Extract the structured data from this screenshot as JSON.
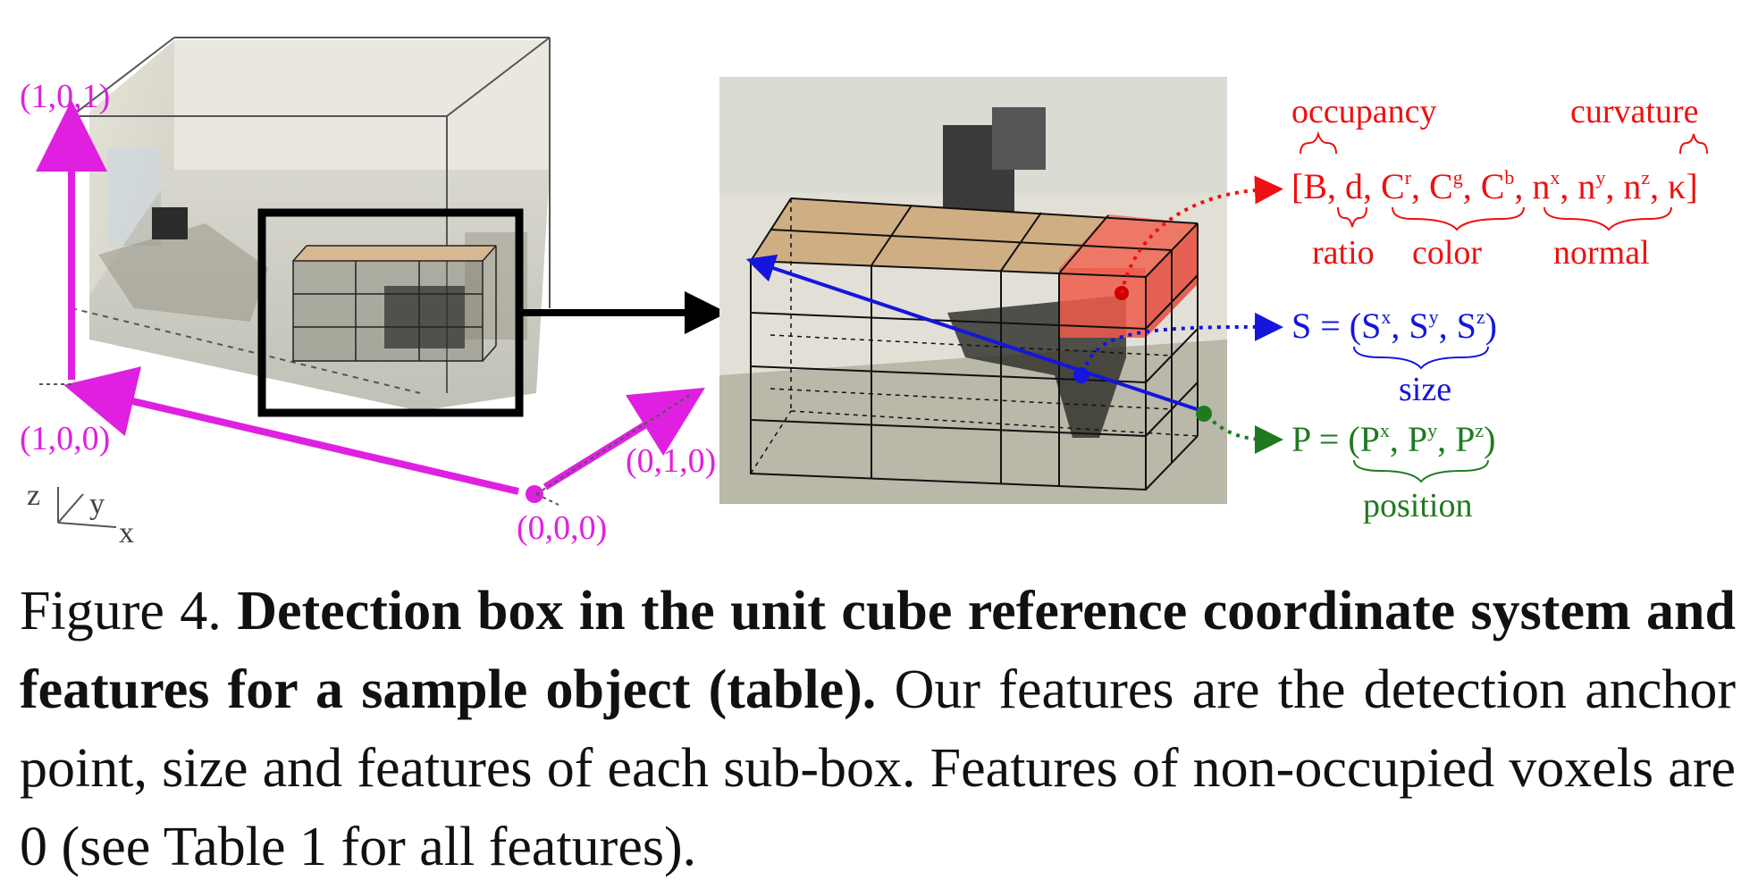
{
  "figure": {
    "cube_labels": {
      "top": "(1,0,1)",
      "left": "(1,0,0)",
      "right": "(0,1,0)",
      "origin": "(0,0,0)"
    },
    "axes_labels": {
      "z": "z",
      "y": "y",
      "x": "x"
    },
    "feature_vector": {
      "open": "[B, d, ",
      "color": "C",
      "sup_r": "r",
      "sup_g": "g",
      "sup_b": "b",
      "normal": "n",
      "sup_x": "x",
      "sup_y": "y",
      "sup_z": "z",
      "close": ", κ]",
      "label_occupancy": "occupancy",
      "label_curvature": "curvature",
      "label_ratio": "ratio",
      "label_color": "color",
      "label_normal": "normal"
    },
    "size_eq": {
      "lhs": "S = (S",
      "tail": ")",
      "label": "size"
    },
    "pos_eq": {
      "lhs": "P = (P",
      "tail": ")",
      "label": "position"
    },
    "colors": {
      "magenta": "#e020e0",
      "red": "#ee1111",
      "blue": "#1515dd",
      "green": "#1f7a1f"
    }
  },
  "caption": {
    "prefix": "Figure 4. ",
    "bold": "Detection box in the unit cube reference coordinate system and features for a sample object (table).",
    "rest": " Our features are the detection anchor point, size and features of each sub-box. Features of non-occupied voxels are 0 (see Table 1 for all features)."
  }
}
